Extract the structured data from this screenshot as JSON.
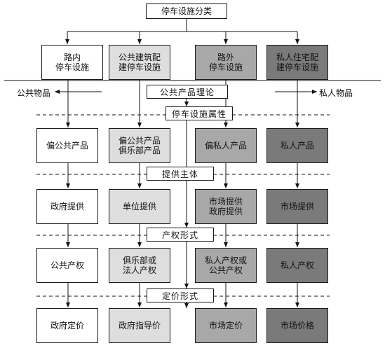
{
  "title": "停车设施分类",
  "categories": [
    "路内\n停车设施",
    "公共建筑配\n建停车设施",
    "路外\n停车设施",
    "私人住宅配\n建停车设施"
  ],
  "theory_label": "公共产品理论",
  "axis_left": "公共物品",
  "axis_right": "私人物品",
  "sections": [
    {
      "label": "停车设施属性",
      "items": [
        "偏公共产品",
        "偏公共产品\n俱乐部产品",
        "偏私人产品",
        "私人产品"
      ]
    },
    {
      "label": "提供主体",
      "items": [
        "政府提供",
        "单位提供",
        "市场提供\n政府提供",
        "市场提供"
      ]
    },
    {
      "label": "产权形式",
      "items": [
        "公共产权",
        "俱乐部或\n法人产权",
        "私人产权或\n公共产权",
        "私人产权"
      ]
    },
    {
      "label": "定价形式",
      "items": [
        "政府定价",
        "政府指导价",
        "市场定价",
        "市场价格"
      ]
    }
  ],
  "colors": {
    "col1": "#ffffff",
    "col2": "#dedede",
    "col3": "#a8a8a8",
    "col4": "#7a7a7a"
  }
}
